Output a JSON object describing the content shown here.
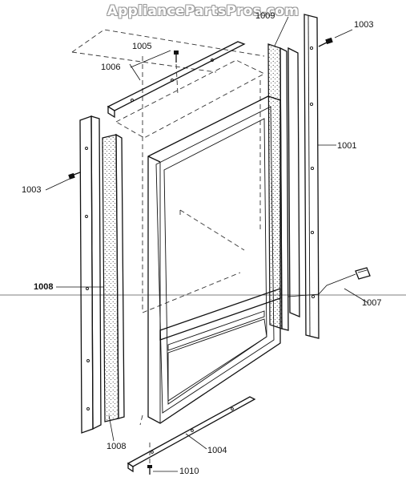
{
  "watermark": "AppliancePartsPros.com",
  "callouts": {
    "c1001": "1001",
    "c1003_top": "1003",
    "c1003_left": "1003",
    "c1004": "1004",
    "c1005": "1005",
    "c1006": "1006",
    "c1007": "1007",
    "c1008_bottom": "1008",
    "c1008_top": "1008",
    "c1009": "1009",
    "c1010": "1010"
  }
}
